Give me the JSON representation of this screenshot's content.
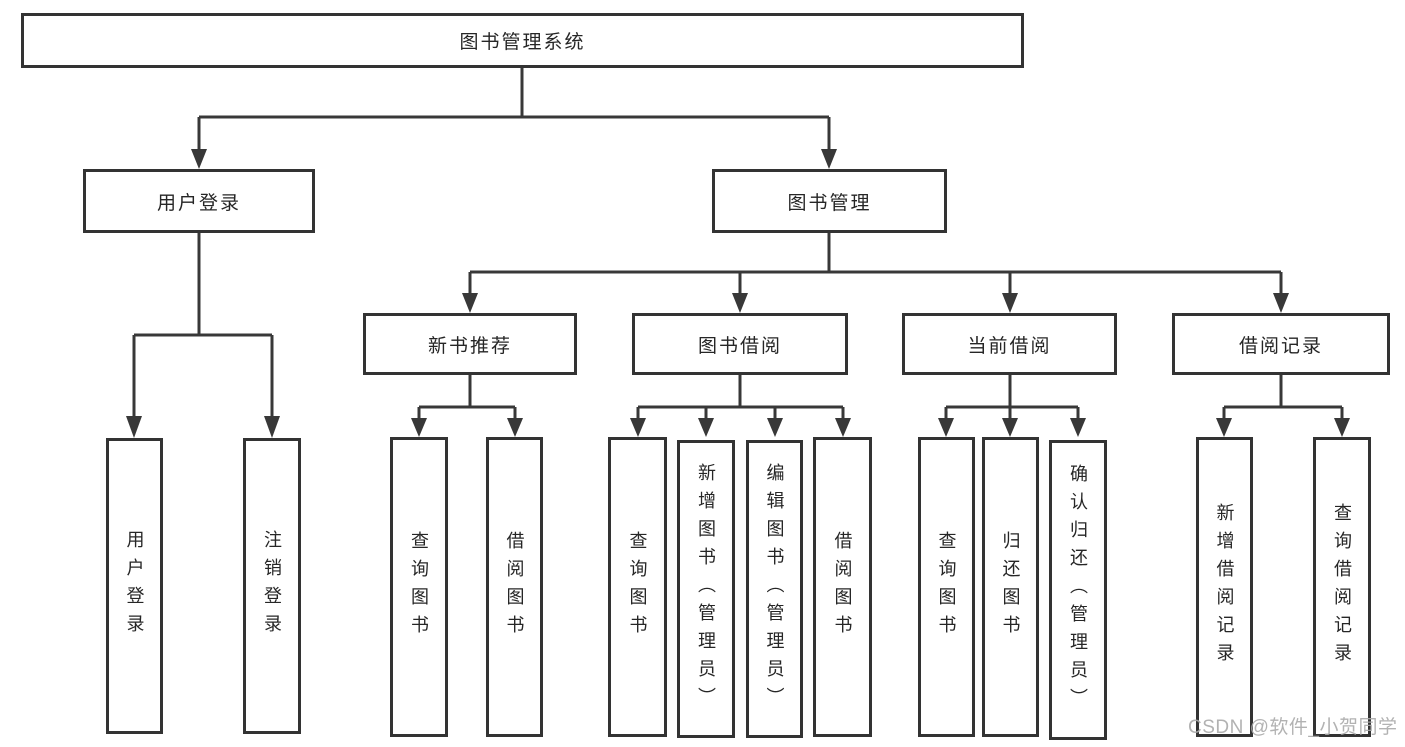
{
  "diagram_title": "图书管理系统",
  "tree": {
    "root": "图书管理系统",
    "children": [
      {
        "label": "用户登录",
        "children": [
          {
            "label": "用户登录"
          },
          {
            "label": "注销登录"
          }
        ]
      },
      {
        "label": "图书管理",
        "children": [
          {
            "label": "新书推荐",
            "children": [
              {
                "label": "查询图书"
              },
              {
                "label": "借阅图书"
              }
            ]
          },
          {
            "label": "图书借阅",
            "children": [
              {
                "label": "查询图书"
              },
              {
                "label": "新增图书（管理员）"
              },
              {
                "label": "编辑图书（管理员）"
              },
              {
                "label": "借阅图书"
              }
            ]
          },
          {
            "label": "当前借阅",
            "children": [
              {
                "label": "查询图书"
              },
              {
                "label": "归还图书"
              },
              {
                "label": "确认归还（管理员）"
              }
            ]
          },
          {
            "label": "借阅记录",
            "children": [
              {
                "label": "新增借阅记录"
              },
              {
                "label": "查询借阅记录"
              }
            ]
          }
        ]
      }
    ]
  },
  "watermark": "CSDN @软件_小贺同学",
  "colors": {
    "line": "#383838",
    "box_border": "#333333",
    "text": "#262626",
    "watermark": "#aaaaaa",
    "background": "#ffffff"
  }
}
